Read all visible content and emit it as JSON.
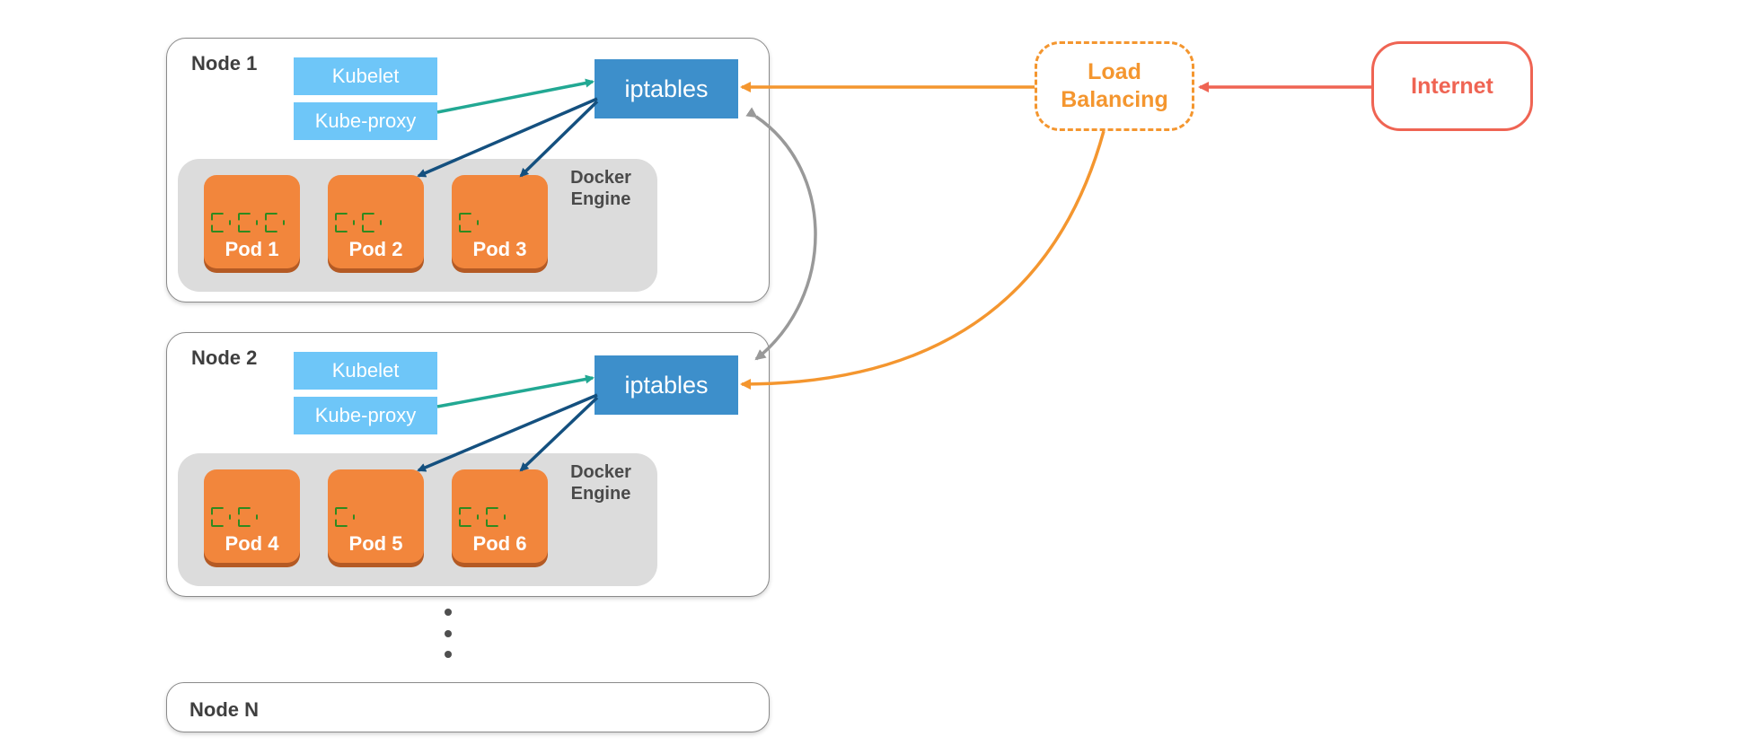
{
  "colors": {
    "kube_component": "#6ec6f8",
    "iptables": "#3d8fcb",
    "pod": "#f2863c",
    "load_balancing": "#f4962f",
    "internet": "#ef6453",
    "proxy_arrow": "#22a893",
    "pod_arrow": "#14507f",
    "sync_arrow": "#999999"
  },
  "nodes": [
    {
      "label": "Node 1",
      "kubelet": "Kubelet",
      "kube_proxy": "Kube-proxy",
      "iptables": "iptables",
      "engine_line1": "Docker",
      "engine_line2": "Engine",
      "pods": [
        {
          "label": "Pod 1",
          "containers": 3
        },
        {
          "label": "Pod 2",
          "containers": 2
        },
        {
          "label": "Pod 3",
          "containers": 1
        }
      ]
    },
    {
      "label": "Node 2",
      "kubelet": "Kubelet",
      "kube_proxy": "Kube-proxy",
      "iptables": "iptables",
      "engine_line1": "Docker",
      "engine_line2": "Engine",
      "pods": [
        {
          "label": "Pod 4",
          "containers": 2
        },
        {
          "label": "Pod 5",
          "containers": 1
        },
        {
          "label": "Pod 6",
          "containers": 2
        }
      ]
    }
  ],
  "node_n": {
    "label": "Node N"
  },
  "load_balancing": {
    "line1": "Load",
    "line2": "Balancing"
  },
  "internet": {
    "label": "Internet"
  }
}
